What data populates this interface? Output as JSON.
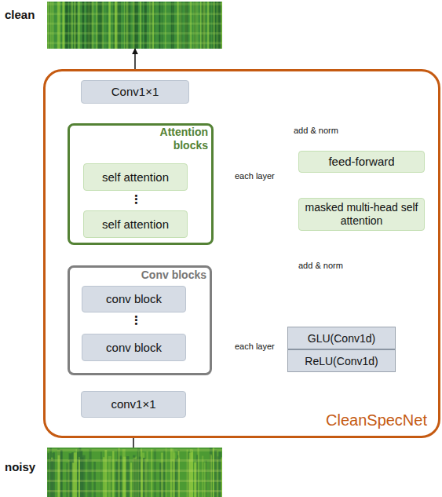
{
  "diagram": {
    "nodes": [
      {
        "text": [
          "clean"
        ]
      },
      {
        "text": [
          "CleanSpecNet"
        ]
      },
      {
        "text": [
          "Conv1×1"
        ],
        "in": 1
      },
      {
        "text": [
          "Attention blocks"
        ],
        "in": 1
      },
      {
        "text": [
          "self attention"
        ],
        "in": 3
      },
      {
        "text": [
          "self attention"
        ],
        "in": 3
      },
      {
        "text": [
          "feed-forward"
        ],
        "in": 1
      },
      {
        "text": [
          "masked multi-head self attention"
        ],
        "in": 1
      },
      {
        "text": [
          "Conv blocks"
        ],
        "in": 1
      },
      {
        "text": [
          "conv block"
        ],
        "in": 8
      },
      {
        "text": [
          "conv block"
        ],
        "in": 8
      },
      {
        "text": [
          "GLU(Conv1d)",
          "ReLU(Conv1d)"
        ],
        "in": 1
      },
      {
        "text": [
          "conv1×1"
        ],
        "in": 1
      },
      {
        "text": [
          "noisy"
        ]
      }
    ],
    "edges": [
      {
        "from": 13,
        "to": 12,
        "arrow": "to"
      },
      {
        "from": 12,
        "to": 10,
        "arrow": "to"
      },
      {
        "from": 9,
        "to": 5,
        "arrow": "to"
      },
      {
        "from": 4,
        "to": 2,
        "arrow": "to"
      },
      {
        "from": 2,
        "to": 0,
        "arrow": "to"
      },
      {
        "from": 7,
        "to": 6,
        "arrow": "to"
      }
    ],
    "labels": [
      "⋮",
      "⋮",
      "each layer",
      "each layer",
      "add & norm",
      "add & norm"
    ]
  }
}
